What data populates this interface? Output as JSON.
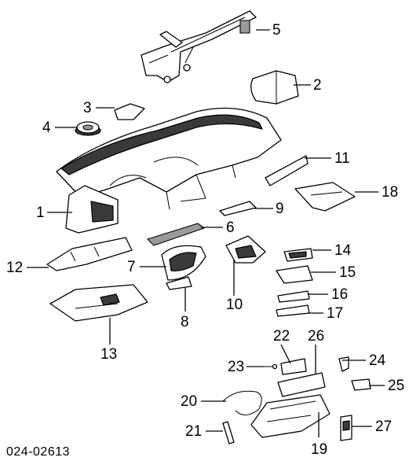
{
  "diagram_code": "024-02613",
  "callouts": [
    "1",
    "2",
    "3",
    "4",
    "5",
    "6",
    "7",
    "8",
    "9",
    "10",
    "11",
    "12",
    "13",
    "14",
    "15",
    "16",
    "17",
    "18",
    "19",
    "20",
    "21",
    "22",
    "23",
    "24",
    "25",
    "26",
    "27"
  ],
  "colors": {
    "line": "#000000",
    "background": "#ffffff",
    "shading": "#3a3a3a"
  }
}
